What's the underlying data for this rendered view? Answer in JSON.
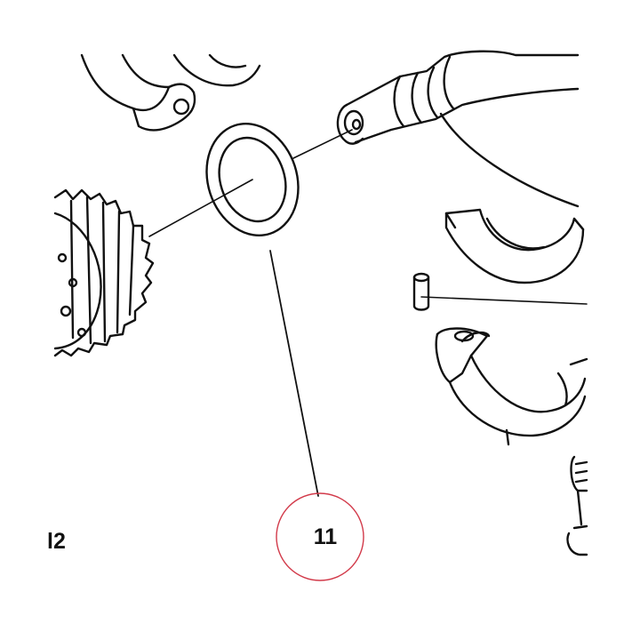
{
  "labels": {
    "callout_number": "11",
    "edge_number": "l2"
  },
  "colors": {
    "line": "#111111",
    "callout_circle": "#d23a4a",
    "background": "#ffffff"
  },
  "icons": {
    "part_washer": "thrust-washer",
    "part_gear": "crank-gear",
    "part_shaft": "crankshaft-end",
    "part_bearing_upper": "bearing-shell",
    "part_bearing_cap": "bearing-cap",
    "part_pin": "dowel-pin",
    "part_bolt": "cap-bolt"
  }
}
